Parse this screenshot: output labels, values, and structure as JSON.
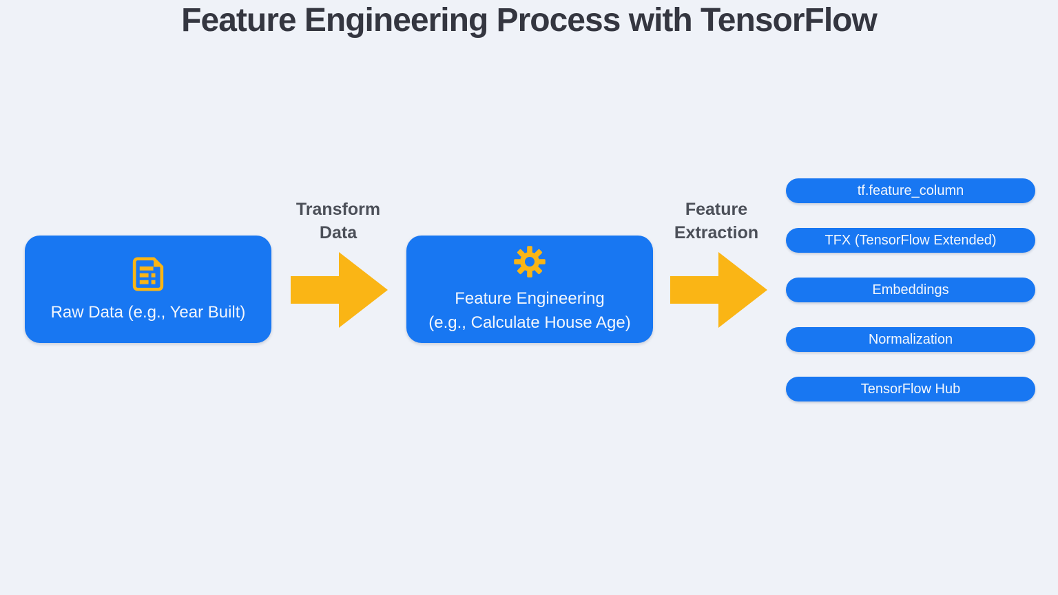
{
  "title": "Feature Engineering Process with TensorFlow",
  "nodes": {
    "raw_data": {
      "label": "Raw Data (e.g., Year Built)",
      "icon": "document-icon"
    },
    "feature_engineering": {
      "line1": "Feature Engineering",
      "line2": "(e.g., Calculate House Age)",
      "icon": "gear-icon"
    }
  },
  "arrows": {
    "transform": {
      "line1": "Transform",
      "line2": "Data",
      "icon": "arrow-right-icon"
    },
    "extraction": {
      "line1": "Feature",
      "line2": "Extraction",
      "icon": "arrow-right-icon"
    }
  },
  "outputs": [
    "tf.feature_column",
    "TFX (TensorFlow Extended)",
    "Embeddings",
    "Normalization",
    "TensorFlow Hub"
  ],
  "colors": {
    "background": "#EFF2F8",
    "node_blue": "#1877F2",
    "accent_yellow": "#FAB515",
    "title_text": "#343640",
    "label_text": "#4B4F58",
    "node_text": "#F2F6FC"
  }
}
